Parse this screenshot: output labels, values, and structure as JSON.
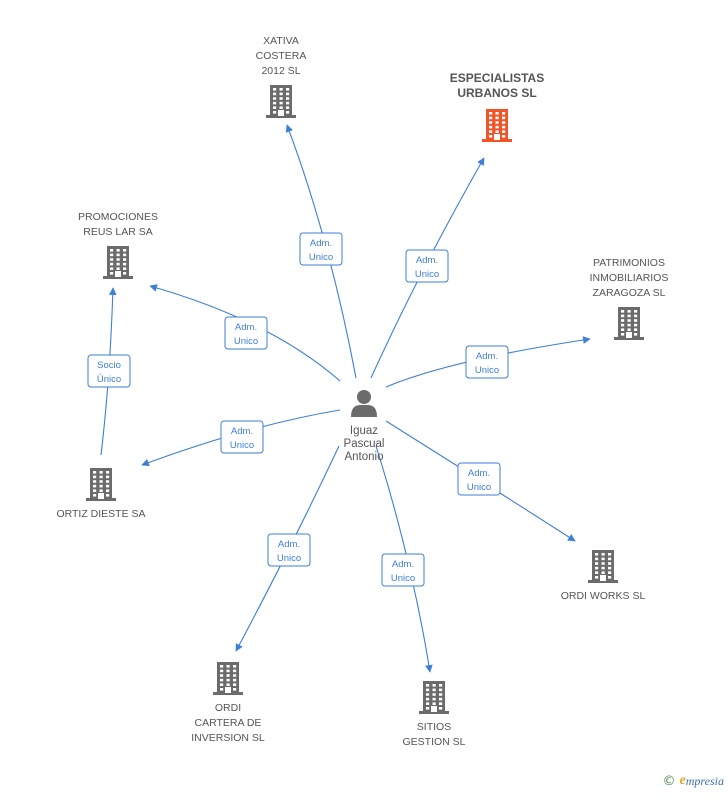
{
  "center": {
    "id": "person",
    "label_lines": [
      "Iguaz",
      "Pascual",
      "Antonio"
    ],
    "icon": "person-icon"
  },
  "companies": [
    {
      "id": "xativa",
      "label_lines": [
        "XATIVA",
        "COSTERA",
        "2012 SL"
      ],
      "icon": "building-icon",
      "highlight": false
    },
    {
      "id": "especialistas",
      "label_lines": [
        "ESPECIALISTAS",
        "URBANOS SL"
      ],
      "icon": "building-icon",
      "highlight": true
    },
    {
      "id": "promociones",
      "label_lines": [
        "PROMOCIONES",
        "REUS LAR SA"
      ],
      "icon": "building-icon",
      "highlight": false
    },
    {
      "id": "patrimonios",
      "label_lines": [
        "PATRIMONIOS",
        "INMOBILIARIOS",
        "ZARAGOZA SL"
      ],
      "icon": "building-icon",
      "highlight": false
    },
    {
      "id": "ortiz",
      "label_lines": [
        "ORTIZ DIESTE SA"
      ],
      "icon": "building-icon",
      "highlight": false
    },
    {
      "id": "ordiworks",
      "label_lines": [
        "ORDI WORKS SL"
      ],
      "icon": "building-icon",
      "highlight": false
    },
    {
      "id": "ordicartera",
      "label_lines": [
        "ORDI",
        "CARTERA DE",
        "INVERSION SL"
      ],
      "icon": "building-icon",
      "highlight": false
    },
    {
      "id": "sitios",
      "label_lines": [
        "SITIOS",
        "GESTION SL"
      ],
      "icon": "building-icon",
      "highlight": false
    }
  ],
  "edges": [
    {
      "from": "person",
      "to": "xativa",
      "label_lines": [
        "Adm.",
        "Unico"
      ]
    },
    {
      "from": "person",
      "to": "especialistas",
      "label_lines": [
        "Adm.",
        "Unico"
      ]
    },
    {
      "from": "person",
      "to": "promociones",
      "label_lines": [
        "Adm.",
        "Unico"
      ]
    },
    {
      "from": "person",
      "to": "patrimonios",
      "label_lines": [
        "Adm.",
        "Unico"
      ]
    },
    {
      "from": "person",
      "to": "ortiz",
      "label_lines": [
        "Adm.",
        "Unico"
      ]
    },
    {
      "from": "person",
      "to": "ordiworks",
      "label_lines": [
        "Adm.",
        "Unico"
      ]
    },
    {
      "from": "person",
      "to": "ordicartera",
      "label_lines": [
        "Adm.",
        "Unico"
      ]
    },
    {
      "from": "person",
      "to": "sitios",
      "label_lines": [
        "Adm.",
        "Unico"
      ]
    },
    {
      "from": "ortiz",
      "to": "promociones",
      "label_lines": [
        "Socio",
        "Único"
      ]
    }
  ],
  "colors": {
    "edge": "#3c7fd6",
    "building": "#6b6b6b",
    "building_highlight": "#f0552a",
    "person": "#6b6b6b"
  },
  "footer": {
    "copyright": "©",
    "brand_initial": "e",
    "brand_rest": "mpresia"
  }
}
